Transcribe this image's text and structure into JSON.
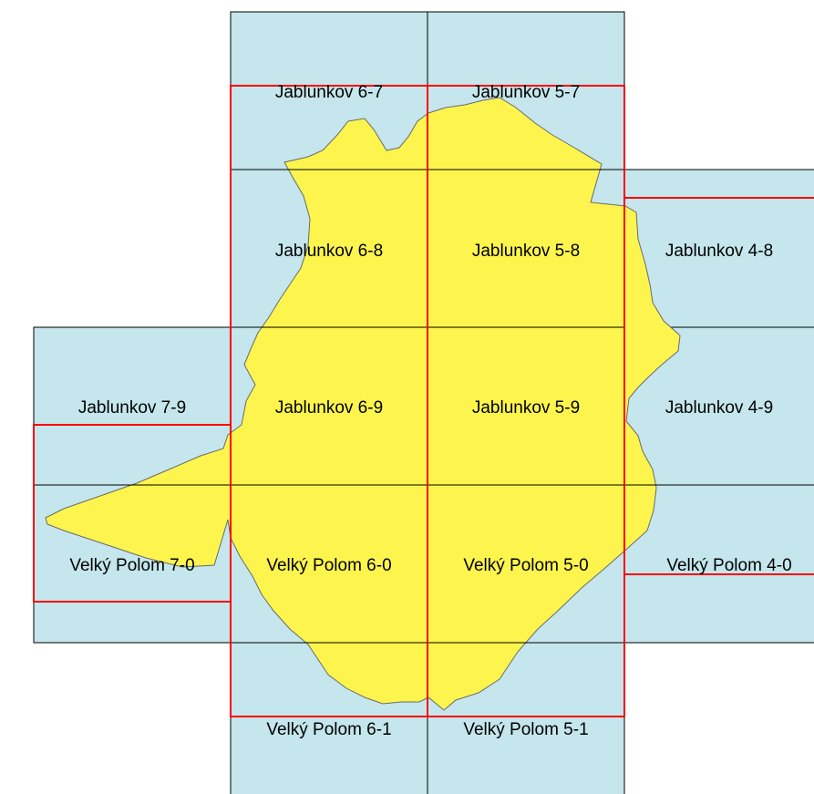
{
  "colors": {
    "tile": "#c4e6ec",
    "region": "#fdf54e",
    "region_border": "#6a6a6a",
    "grid_line": "#000000",
    "frame_line": "#ff0000"
  },
  "tiles": [
    {
      "id": "jablunkov-6-7",
      "label": "Jablunkov 6-7"
    },
    {
      "id": "jablunkov-5-7",
      "label": "Jablunkov 5-7"
    },
    {
      "id": "jablunkov-6-8",
      "label": "Jablunkov 6-8"
    },
    {
      "id": "jablunkov-5-8",
      "label": "Jablunkov 5-8"
    },
    {
      "id": "jablunkov-4-8",
      "label": "Jablunkov 4-8"
    },
    {
      "id": "jablunkov-7-9",
      "label": "Jablunkov 7-9"
    },
    {
      "id": "jablunkov-6-9",
      "label": "Jablunkov 6-9"
    },
    {
      "id": "jablunkov-5-9",
      "label": "Jablunkov 5-9"
    },
    {
      "id": "jablunkov-4-9",
      "label": "Jablunkov 4-9"
    },
    {
      "id": "velky-polom-7-0",
      "label": "Velký Polom 7-0"
    },
    {
      "id": "velky-polom-6-0",
      "label": "Velký Polom 6-0"
    },
    {
      "id": "velky-polom-5-0",
      "label": "Velký Polom 5-0"
    },
    {
      "id": "velky-polom-4-0",
      "label": "Velký Polom 4-0"
    },
    {
      "id": "velky-polom-6-1",
      "label": "Velký Polom 6-1"
    },
    {
      "id": "velky-polom-5-1",
      "label": "Velký Polom 5-1"
    }
  ]
}
